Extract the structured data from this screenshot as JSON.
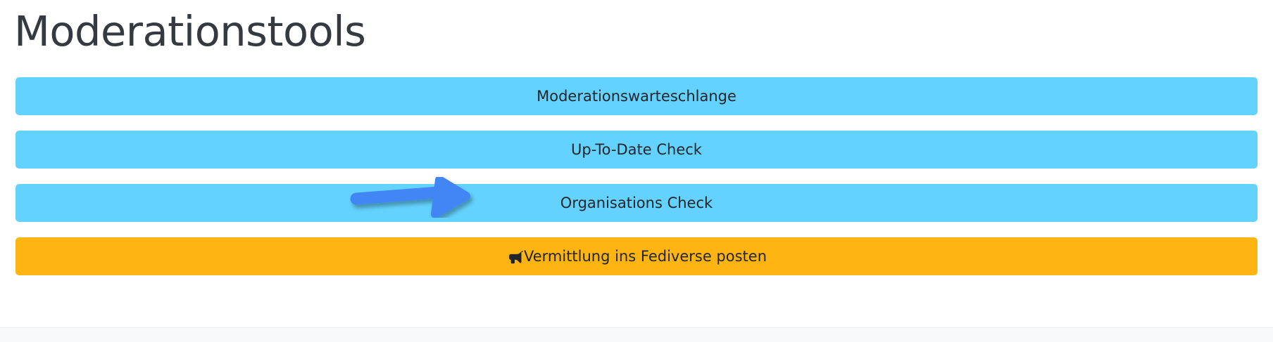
{
  "page": {
    "title": "Moderationstools",
    "background_color": "#ffffff",
    "title_color": "#343a40"
  },
  "colors": {
    "button_blue": "#63d2fe",
    "button_orange": "#ffb511",
    "button_text": "#212529",
    "annotation_arrow": "#4285f4",
    "footer": "#f8f9fa"
  },
  "buttons": [
    {
      "label": "Moderationswarteschlange",
      "variant": "blue",
      "icon": null
    },
    {
      "label": "Up-To-Date Check",
      "variant": "blue",
      "icon": null
    },
    {
      "label": "Organisations Check",
      "variant": "blue",
      "icon": null
    },
    {
      "label": "Vermittlung ins Fediverse posten",
      "variant": "orange",
      "icon": "bullhorn-icon"
    }
  ],
  "annotation": {
    "type": "arrow",
    "direction": "right",
    "color": "#4285f4",
    "points_to": "Organisations Check"
  }
}
